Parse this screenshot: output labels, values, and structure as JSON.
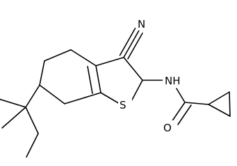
{
  "molecule": {
    "atoms": {
      "nitrile_n": "N",
      "amide_nh": "NH",
      "thiophene_s": "S",
      "carbonyl_o": "O"
    }
  }
}
